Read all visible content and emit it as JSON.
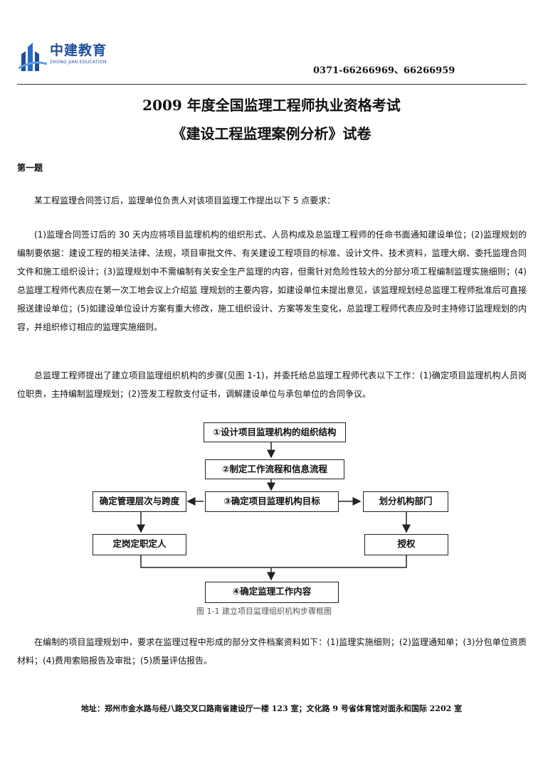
{
  "header": {
    "logo_cn": "中建教育",
    "logo_en": "ZHONG JIAN EDUCATION",
    "phone": "0371-66266969、66266959"
  },
  "title": {
    "line1": "2009 年度全国监理工程师执业资格考试",
    "line2": "《建设工程监理案例分析》试卷"
  },
  "section": "第一题",
  "paragraphs": {
    "p1": "某工程监理合同签订后，监理单位负责人对该项目监理工作提出以下 5 点要求：",
    "p2": "(1)监理合同签订后的 30 天内应将项目监理机构的组织形式、人员构成及总监理工程师的任命书面通知建设单位；(2)监理规划的编制要依据：建设工程的相关法律、法规，项目审批文件、有关建设工程项目的标准、设计文件、技术资料，监理大纲、委托监理合同文件和施工组织设计；(3)监理规划中不需编制有关安全生产监理的内容，但需针对危险性较大的分部分项工程编制监理实施细则；(4)总监理工程师代表应在第一次工地会议上介绍监 理规划的主要内容，如建设单位未提出意见，该监理规划经总监理工程师批准后可直接报送建设单位；(5)如建设单位设计方案有重大修改，施工组织设计、方案等发生变化，总监理工程师代表应及时主持修订监理规划的内容，并组织修订相应的监理实施细则。",
    "p3": "总监理工程师提出了建立项目监理组织机构的步骤(见图 1-1)，并委托给总监理工程师代表以下工作：(1)确定项目监理机构人员岗位职责，主持编制监理规划；(2)签发工程款支付证书，调解建设单位与承包单位的合同争议。",
    "p4": "在编制的项目监理规划中，要求在监理过程中形成的部分文件档案资料如下：(1)监理实施细则；(2)监理通知单；(3)分包单位资质材料；(4)费用索赔报告及审批；(5)质量评估报告。"
  },
  "figure": {
    "step1": "①设计项目监理机构的组织结构",
    "step2": "②制定工作流程和信息流程",
    "step3": "③确定项目监理机构目标",
    "left_top": "确定管理层次与跨度",
    "left_bottom": "定岗定职定人",
    "right_top": "划分机构部门",
    "right_bottom": "授权",
    "step4": "④确定监理工作内容",
    "caption": "图 1-1 建立项目监理组织机构步骤框图"
  },
  "footer": "地址：郑州市金水路与经八路交叉口路南省建设厅一楼 123 室；文化路 9 号省体育馆对面永和国际 2202 室"
}
